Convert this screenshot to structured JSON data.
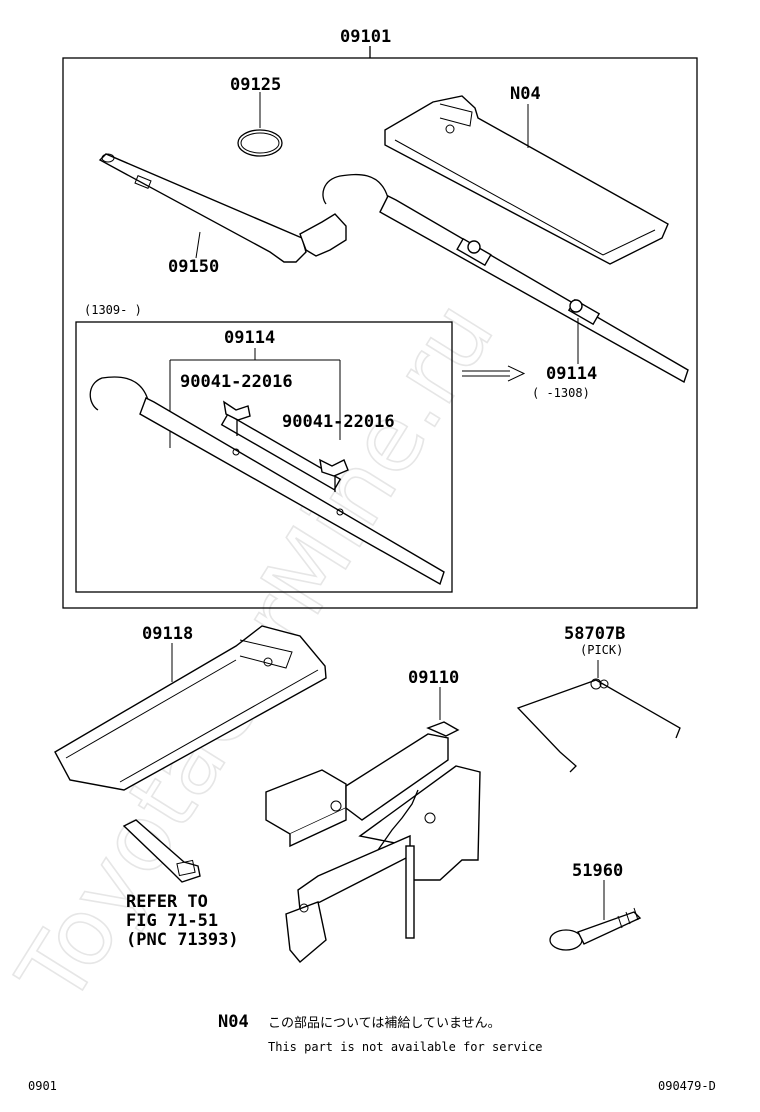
{
  "watermark": "ToyotaCarMine.ru",
  "labels": {
    "assembly": "09101",
    "gasket": "09125",
    "tool_bag_upper": "N04",
    "jack_handle": "09150",
    "handle_new": "09114",
    "handle_new_range": "(1309-      )",
    "wing_bolt_1": "90041-22016",
    "wing_bolt_2": "90041-22016",
    "handle_old": "09114",
    "handle_old_range": "(      -1308)",
    "tool_bag_lower": "09118",
    "jack": "09110",
    "pick": "58707B",
    "pick_note": "(PICK)",
    "tow_hook": "51960",
    "refer_line1": "REFER TO",
    "refer_line2": "FIG 71-51",
    "refer_line3": "(PNC 71393)"
  },
  "note": {
    "code": "N04",
    "japanese": "この部品については補給していません。",
    "english": "This part is not available for service"
  },
  "footer": {
    "left": "0901",
    "right": "090479-D"
  }
}
